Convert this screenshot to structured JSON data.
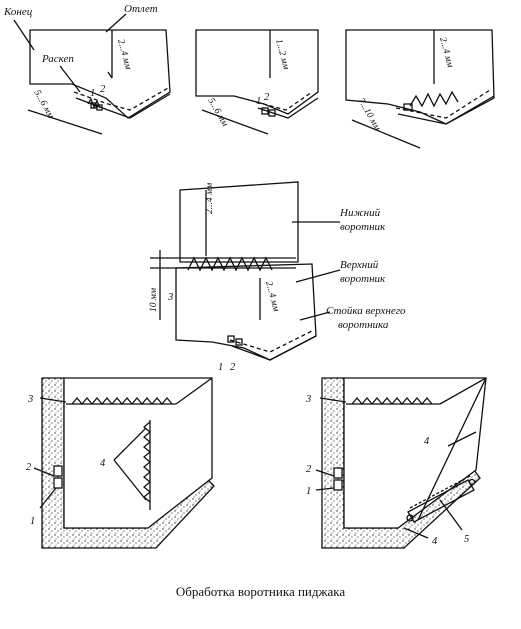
{
  "caption": "Обработка воротника пиджака",
  "top_left": {
    "end_label": "Конец",
    "lapel_label": "Отлет",
    "notch_label": "Раскеп",
    "dim_vertical": "2...4 мм",
    "dim_diag": "5...6 мм",
    "num_1": "1",
    "num_2": "2"
  },
  "top_middle": {
    "dim_vertical": "1...2 мм",
    "dim_diag": "5...6 мм",
    "num_1": "1",
    "num_2": "2"
  },
  "top_right": {
    "dim_vertical": "2...4 мм",
    "dim_diag": "7...10 мм"
  },
  "middle": {
    "under_collar_1": "Нижний",
    "under_collar_2": "воротник",
    "upper_collar_1": "Верхний",
    "upper_collar_2": "воротник",
    "stand_1": "Стойка верхнего",
    "stand_2": "воротника",
    "dim_top": "2...4 мм",
    "dim_mid": "2...4 мм",
    "dim_side": "10 мм",
    "num_3": "3",
    "num_1": "1",
    "num_2": "2"
  },
  "bottom_left": {
    "num_3": "3",
    "num_4": "4",
    "num_2": "2",
    "num_1": "1"
  },
  "bottom_right": {
    "num_3": "3",
    "num_4a": "4",
    "num_2": "2",
    "num_1": "1",
    "num_4b": "4",
    "num_5": "5"
  }
}
